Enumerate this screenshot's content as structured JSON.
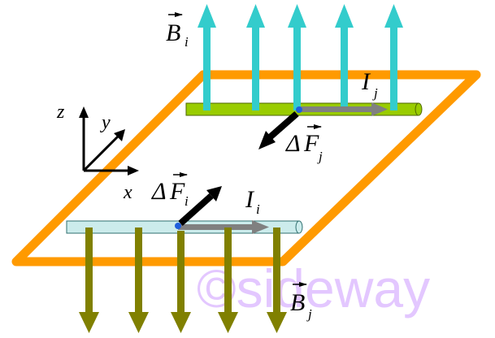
{
  "colors": {
    "plane": "#FF9A00",
    "field_up": "#33CCCC",
    "field_down": "#808000",
    "wire_back": "#99CC00",
    "wire_front": "#CCECEC",
    "current_arrow": "#808080",
    "force_arrow": "#000000",
    "contact_dot": "#1F5FDC",
    "watermark": "#CC99FF"
  },
  "icons": {
    "axes": "xyz-axes-icon"
  },
  "labels": {
    "B_i_main": "B",
    "B_i_sub": "i",
    "B_j_main": "B",
    "B_j_sub": "j",
    "I_j_main": "I",
    "I_j_sub": "j",
    "I_i_main": "I",
    "I_i_sub": "i",
    "dF_j_delta": "Δ",
    "dF_j_main": "F",
    "dF_j_sub": "j",
    "dF_i_delta": "Δ",
    "dF_i_main": "F",
    "dF_i_sub": "i",
    "axis_x": "x",
    "axis_y": "y",
    "axis_z": "z"
  },
  "watermark": "©sideway"
}
